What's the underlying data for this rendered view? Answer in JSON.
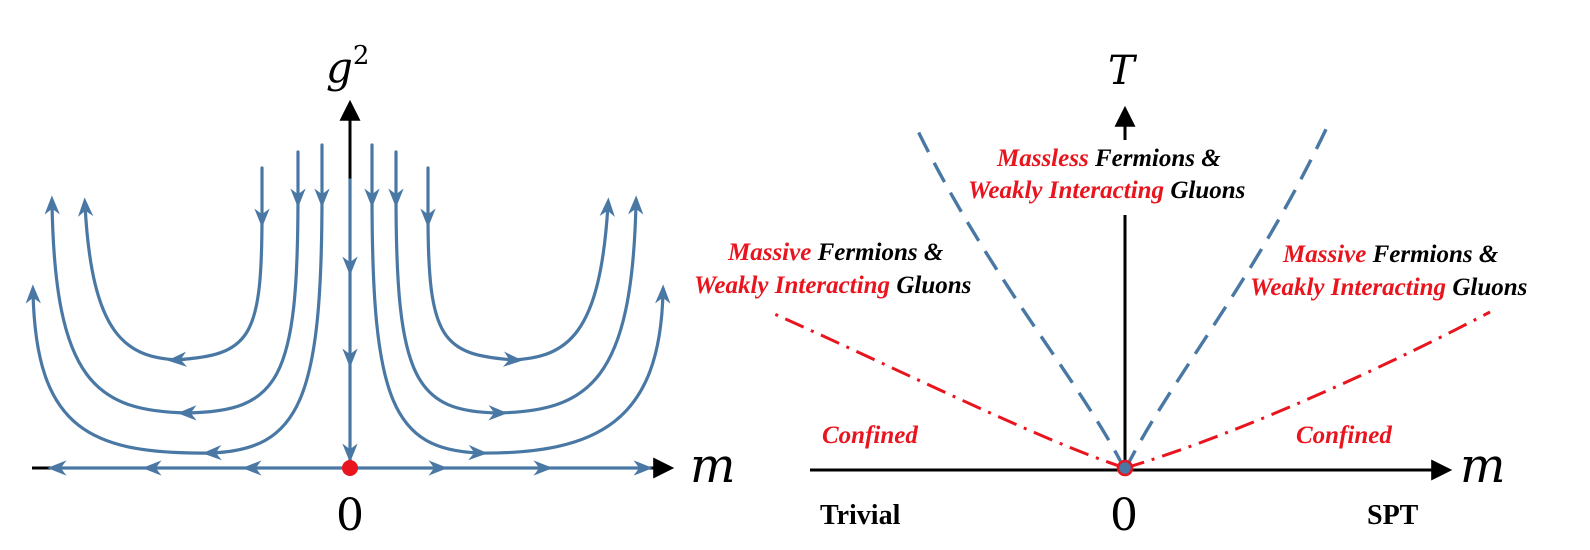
{
  "colors": {
    "flow": "#4a78a4",
    "accent": "#e8141e",
    "text": "#000000",
    "fixed_point": "#e8141e"
  },
  "left": {
    "y_axis_base": "g",
    "y_axis_exp": "2",
    "x_axis_label": "m",
    "origin_label": "0"
  },
  "right": {
    "y_axis_label": "T",
    "x_axis_label": "m",
    "origin_label": "0",
    "top": {
      "red": "Massless",
      "black": " Fermions &",
      "red2": "Weakly Interacting",
      "black2": " Gluons"
    },
    "upper_left": {
      "red": "Massive",
      "black": " Fermions &",
      "red2": "Weakly Interacting",
      "black2": " Gluons"
    },
    "upper_right": {
      "red": "Massive",
      "black": " Fermions &",
      "red2": "Weakly Interacting",
      "black2": " Gluons"
    },
    "confined_left": "Confined",
    "confined_right": "Confined",
    "phase_left": "Trivial",
    "phase_right": "SPT"
  }
}
